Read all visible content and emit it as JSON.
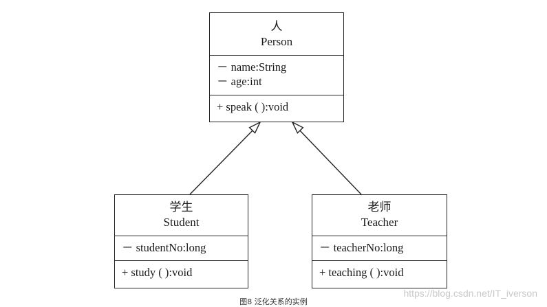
{
  "classes": {
    "person": {
      "cn_name": "人",
      "en_name": "Person",
      "attributes": [
        "－ name:String",
        "－ age:int"
      ],
      "methods": [
        "+ speak ( ):void"
      ]
    },
    "student": {
      "cn_name": "学生",
      "en_name": "Student",
      "attributes": [
        "－ studentNo:long"
      ],
      "methods": [
        "+ study ( ):void"
      ]
    },
    "teacher": {
      "cn_name": "老师",
      "en_name": "Teacher",
      "attributes": [
        "－ teacherNo:long"
      ],
      "methods": [
        "+ teaching ( ):void"
      ]
    }
  },
  "relations": [
    {
      "from": "student",
      "to": "person",
      "type": "generalization"
    },
    {
      "from": "teacher",
      "to": "person",
      "type": "generalization"
    }
  ],
  "caption": "图8 泛化关系的实例",
  "watermark": "https://blog.csdn.net/IT_iverson"
}
